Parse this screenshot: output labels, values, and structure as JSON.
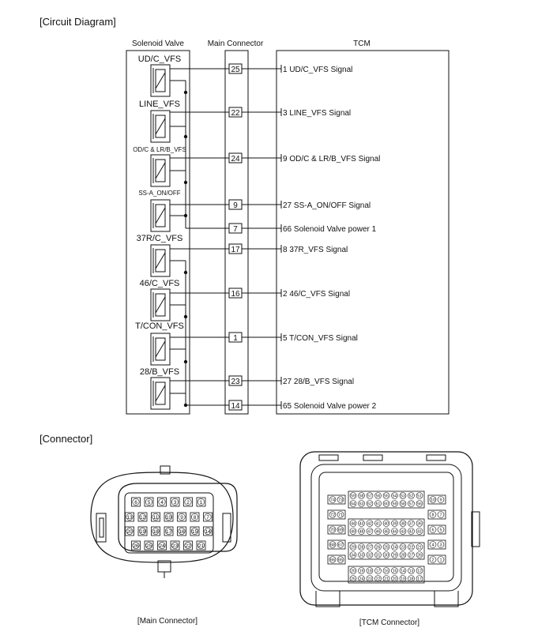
{
  "sections": {
    "circuit_heading": "[Circuit Diagram]",
    "connector_heading": "[Connector]"
  },
  "columns": {
    "solenoid": "Solenoid Valve",
    "main": "Main Connector",
    "tcm": "TCM"
  },
  "valves": [
    {
      "label": "UD/C_VFS"
    },
    {
      "label": "LINE_VFS"
    },
    {
      "label": "OD/C & LR/B_VFS"
    },
    {
      "label": "SS-A_ON/OFF"
    },
    {
      "label": "37R/C_VFS"
    },
    {
      "label": "46/C_VFS"
    },
    {
      "label": "T/CON_VFS"
    },
    {
      "label": "28/B_VFS"
    }
  ],
  "wires": [
    {
      "pin": "25",
      "tcm": "1 UD/C_VFS Signal"
    },
    {
      "pin": "22",
      "tcm": "3 LINE_VFS Signal"
    },
    {
      "pin": "24",
      "tcm": "9 OD/C & LR/B_VFS Signal"
    },
    {
      "pin": "9",
      "tcm": "27 SS-A_ON/OFF Signal"
    },
    {
      "pin": "7",
      "tcm": "66 Solenoid Valve power 1"
    },
    {
      "pin": "17",
      "tcm": "8 37R_VFS Signal"
    },
    {
      "pin": "16",
      "tcm": "2 46/C_VFS Signal"
    },
    {
      "pin": "1",
      "tcm": "5 T/CON_VFS Signal"
    },
    {
      "pin": "23",
      "tcm": "27 28/B_VFS Signal"
    },
    {
      "pin": "14",
      "tcm": "65 Solenoid Valve power 2"
    }
  ],
  "main_connector": {
    "caption": "[Main Connector]",
    "rows": [
      [
        "6",
        "5",
        "4",
        "3",
        "2",
        "1"
      ],
      [
        "13",
        "12",
        "11",
        "10",
        "9",
        "8",
        "7"
      ],
      [
        "20",
        "19",
        "18",
        "17",
        "16",
        "15",
        "14"
      ],
      [
        "26",
        "25",
        "24",
        "23",
        "22",
        "21"
      ]
    ]
  },
  "tcm_connector": {
    "caption": "[TCM Connector]",
    "left_pins": [
      [
        "74",
        "73"
      ],
      [
        "72",
        "71"
      ],
      [
        "70",
        "69"
      ],
      [
        "68",
        "67"
      ],
      [
        "66",
        "65"
      ]
    ],
    "right_pins": [
      [
        "10",
        "9"
      ],
      [
        "8",
        "7"
      ],
      [
        "6",
        "5"
      ],
      [
        "4",
        "3"
      ],
      [
        "2",
        "1"
      ]
    ],
    "center_rows": [
      [
        "59",
        "58",
        "57",
        "56",
        "55",
        "54",
        "53",
        "52",
        "51"
      ],
      [
        "64",
        "63",
        "62",
        "61",
        "60",
        "59",
        "58",
        "57",
        "56"
      ],
      [
        "44",
        "43",
        "42",
        "41",
        "40",
        "39",
        "38",
        "37",
        "36"
      ],
      [
        "49",
        "48",
        "47",
        "46",
        "45",
        "44",
        "43",
        "42",
        "41"
      ],
      [
        "29",
        "28",
        "27",
        "26",
        "25",
        "24",
        "23",
        "22",
        "21"
      ],
      [
        "34",
        "33",
        "32",
        "31",
        "30",
        "29",
        "28",
        "27",
        "26"
      ],
      [
        "20",
        "19",
        "18",
        "17",
        "16",
        "15",
        "14",
        "13",
        "12"
      ],
      [
        "25",
        "24",
        "23",
        "22",
        "21",
        "20",
        "19",
        "18",
        "17"
      ]
    ]
  }
}
